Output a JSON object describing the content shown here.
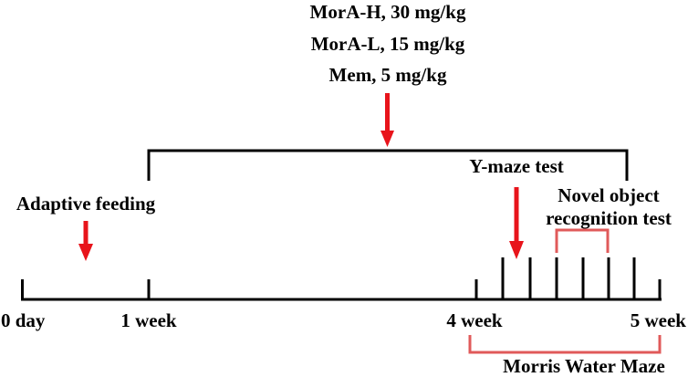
{
  "treatment": {
    "doses": [
      "MorA-H, 30 mg/kg",
      "MorA-L, 15 mg/kg",
      "Mem, 5 mg/kg"
    ]
  },
  "phases": {
    "adaptive_feeding": "Adaptive feeding",
    "y_maze": "Y-maze test",
    "novel_object_line1": "Novel object",
    "novel_object_line2": "recognition test",
    "morris_water_maze": "Morris Water Maze"
  },
  "timeline": {
    "ticks": [
      "0 day",
      "1 week",
      "4 week",
      "5 week"
    ]
  },
  "colors": {
    "arrow": "#e8141b",
    "bracket_red": "#e05a5a",
    "line": "#000000"
  }
}
